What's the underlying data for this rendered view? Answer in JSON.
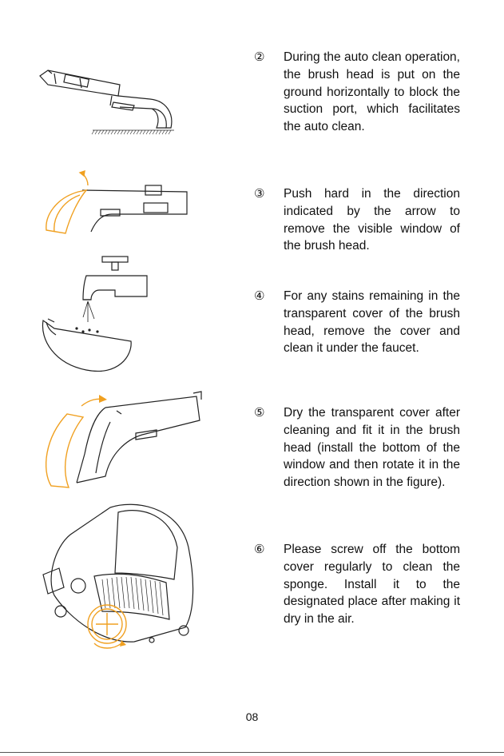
{
  "steps": [
    {
      "num": "②",
      "text": "During the auto clean operation, the brush head is put on the ground horizontally to block the suction port, which facilitates the auto clean."
    },
    {
      "num": "③",
      "text": "Push hard in the direction indicated by the arrow to remove the visible window of the brush head."
    },
    {
      "num": "④",
      "text": "For any stains remaining in the transparent cover of the brush head, remove the cover and clean it under the faucet."
    },
    {
      "num": "⑤",
      "text": "Dry the transparent cover after cleaning and fit it in the brush head (install the bottom of the window and then rotate it in the direction shown in the figure)."
    },
    {
      "num": "⑥",
      "text": "Please screw off the bottom cover regularly to clean the sponge. Install it to the designated place after making it dry in the air."
    }
  ],
  "colors": {
    "accent": "#f0a020",
    "line": "#222222"
  },
  "page_number": "08"
}
